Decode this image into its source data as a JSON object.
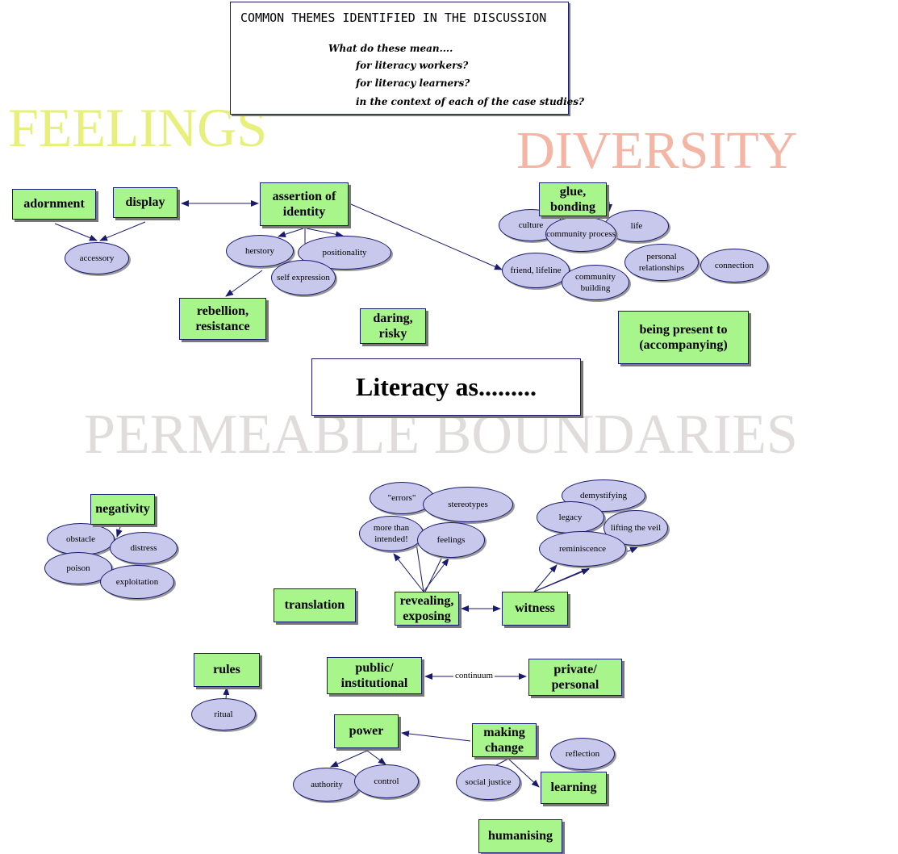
{
  "header": {
    "title": "COMMON THEMES IDENTIFIED IN THE DISCUSSION",
    "question": "What do these mean....",
    "lines": [
      "for literacy workers?",
      "for literacy learners?",
      "in the context of each of the case studies?"
    ]
  },
  "themes": {
    "feelings": "FEELINGS",
    "diversity": "DIVERSITY",
    "boundaries": "PERMEABLE BOUNDARIES"
  },
  "center": "Literacy as.........",
  "boxes": {
    "adornment": "adornment",
    "display": "display",
    "assertion": "assertion of identity",
    "glue": "glue, bonding",
    "rebellion": "rebellion, resistance",
    "daring": "daring, risky",
    "present": "being present to (accompanying)",
    "negativity": "negativity",
    "translation": "translation",
    "revealing": "revealing, exposing",
    "witness": "witness",
    "rules": "rules",
    "public": "public/ institutional",
    "private": "private/ personal",
    "power": "power",
    "making_change": "making change",
    "learning": "learning",
    "humanising": "humanising"
  },
  "ellipses": {
    "accessory": "accessory",
    "herstory": "herstory",
    "positionality": "positionality",
    "self_expression": "self expression",
    "culture": "culture",
    "life": "life",
    "community_process": "community process",
    "friend": "friend, lifeline",
    "personal_rel": "personal relationships",
    "connection": "connection",
    "community_building": "community building",
    "errors": "\"errors\"",
    "stereotypes": "stereotypes",
    "more_than": "more than intended!",
    "feelings": "feelings",
    "demystifying": "demystifying",
    "legacy": "legacy",
    "lifting": "lifting the veil",
    "reminiscence": "reminiscence",
    "obstacle": "obstacle",
    "distress": "distress",
    "poison": "poison",
    "exploitation": "exploitation",
    "ritual": "ritual",
    "authority": "authority",
    "control": "control",
    "social_justice": "social justice",
    "reflection": "reflection"
  },
  "continuum": "continuum",
  "colors": {
    "box": "#a8f58c",
    "ellipse": "#c8c8ec",
    "line": "#1a1a6e",
    "feelings": "#e6f07a",
    "diversity": "#f5b5a5",
    "boundaries": "#e0dcdc"
  }
}
